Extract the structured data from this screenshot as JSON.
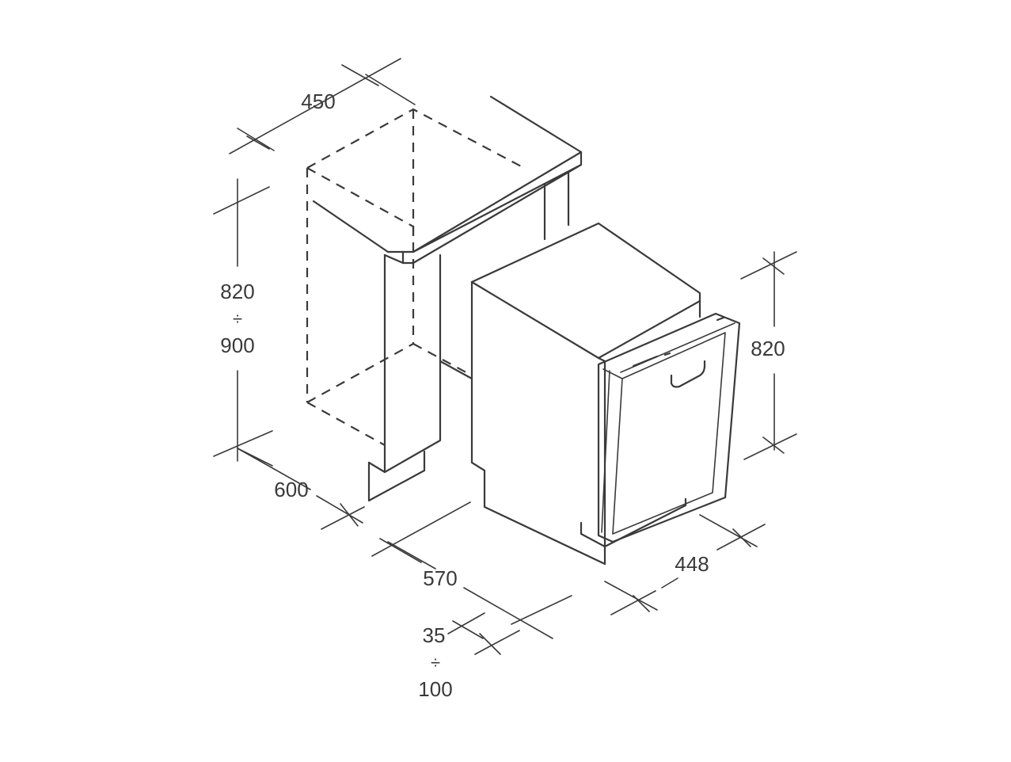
{
  "dimensions": {
    "niche_width": "450",
    "niche_height_min": "820",
    "niche_height_sep": "÷",
    "niche_height_max": "900",
    "niche_depth": "600",
    "appliance_depth": "570",
    "plinth_min": "35",
    "plinth_sep": "÷",
    "plinth_max": "100",
    "appliance_width": "448",
    "appliance_height": "820"
  }
}
